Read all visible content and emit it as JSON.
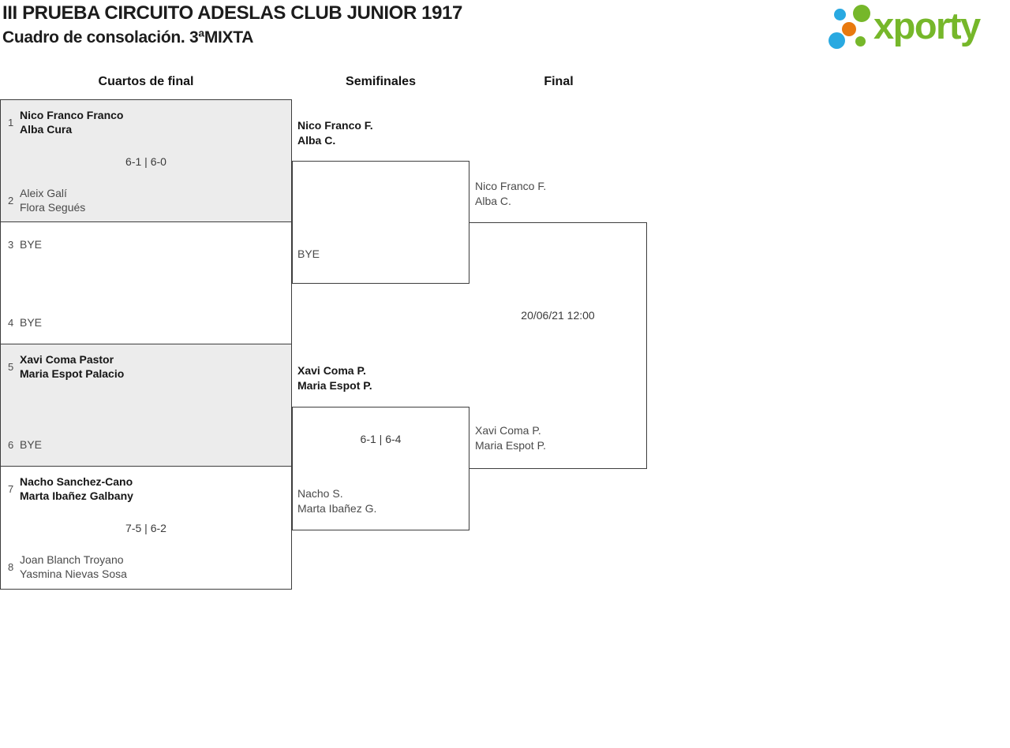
{
  "header": {
    "title_line1": "III PRUEBA CIRCUITO ADESLAS CLUB JUNIOR 1917",
    "title_line2": "Cuadro de consolación. 3ªMIXTA",
    "logo_text": "xporty"
  },
  "colors": {
    "logo_green": "#76b72a",
    "logo_blue": "#29a9e1",
    "logo_orange": "#e8790e",
    "box_shade": "#ececec",
    "line": "#3d3d3d",
    "winner_text": "#161616",
    "loser_text": "#4a4a4a"
  },
  "rounds": {
    "quarterfinals_label": "Cuartos de final",
    "semifinals_label": "Semifinales",
    "final_label": "Final"
  },
  "quarterfinals": [
    {
      "top_seed": "1",
      "top_name1": "Nico Franco Franco",
      "top_name2": "Alba Cura",
      "top_winner": true,
      "score": "6-1 | 6-0",
      "bottom_seed": "2",
      "bottom_name1": "Aleix Galí",
      "bottom_name2": "Flora Segués",
      "bottom_winner": false
    },
    {
      "top_seed": "3",
      "top_name1": "BYE",
      "top_winner": false,
      "score": "",
      "bottom_seed": "4",
      "bottom_name1": "BYE",
      "bottom_winner": false
    },
    {
      "top_seed": "5",
      "top_name1": "Xavi Coma Pastor",
      "top_name2": "Maria Espot Palacio",
      "top_winner": true,
      "score": "",
      "bottom_seed": "6",
      "bottom_name1": "BYE",
      "bottom_winner": false
    },
    {
      "top_seed": "7",
      "top_name1": "Nacho Sanchez-Cano",
      "top_name2": "Marta Ibañez Galbany",
      "top_winner": true,
      "score": "7-5 | 6-2",
      "bottom_seed": "8",
      "bottom_name1": "Joan Blanch Troyano",
      "bottom_name2": "Yasmina Nievas Sosa",
      "bottom_winner": false
    }
  ],
  "semifinals": [
    {
      "top_name1": "Nico Franco F.",
      "top_name2": "Alba C.",
      "top_winner": true,
      "bottom_name1": "BYE",
      "bottom_winner": false,
      "score": ""
    },
    {
      "top_name1": "Xavi Coma P.",
      "top_name2": "Maria Espot P.",
      "top_winner": true,
      "bottom_name1": "Nacho S.",
      "bottom_name2": "Marta Ibañez G.",
      "bottom_winner": false,
      "score": "6-1 | 6-4"
    }
  ],
  "final": {
    "top_name1": "Nico Franco F.",
    "top_name2": "Alba C.",
    "bottom_name1": "Xavi Coma P.",
    "bottom_name2": "Maria Espot P.",
    "schedule": "20/06/21 12:00"
  }
}
